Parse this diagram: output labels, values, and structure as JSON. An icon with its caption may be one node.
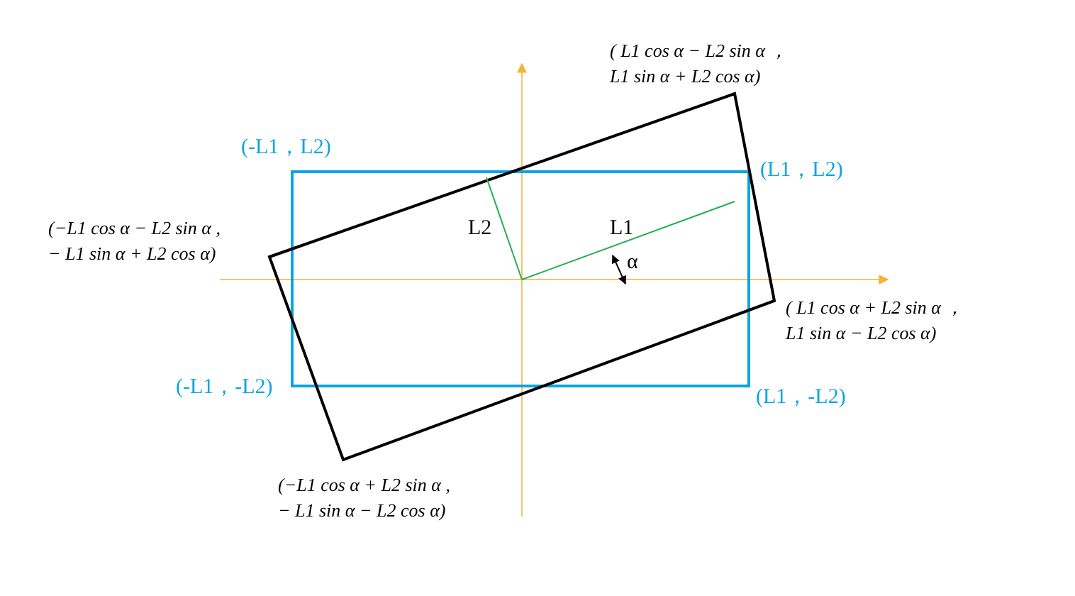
{
  "diagram": {
    "labels": [
      "( L1 cos α − L2 sin α ， L1 sin α + L2 cos α)",
      "(-L1，L2)",
      "(L1，L2)",
      "(−L1 cos α − L2 sin α , − L1 sin α + L2 cos α)",
      "L2",
      "L1",
      "α",
      "( L1 cos α + L2 sin α ， L1 sin α − L2 cos α)",
      "(-L1，-L2)",
      "(L1，-L2)",
      "(−L1 cos α + L2 sin α , − L1 sin α − L2 cos α)"
    ]
  }
}
